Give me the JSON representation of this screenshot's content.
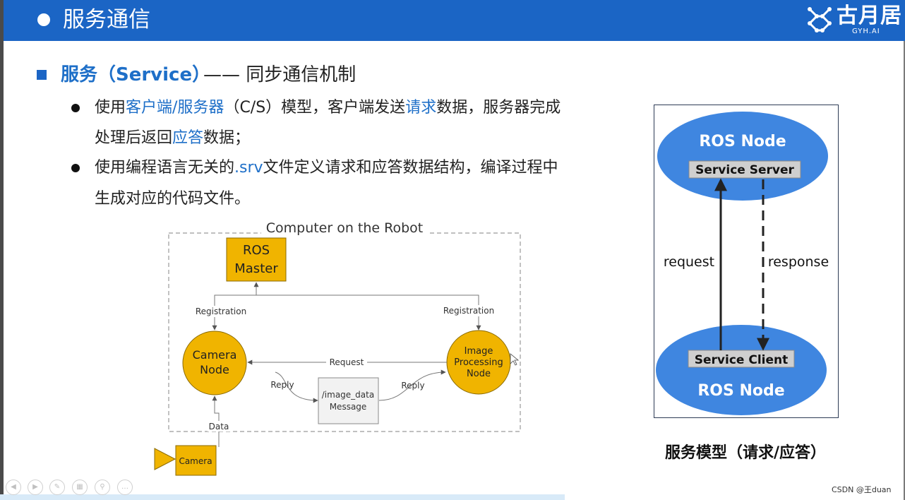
{
  "header": {
    "title": "服务通信",
    "logo_text": "古月居",
    "logo_sub": "GYH.AI"
  },
  "heading": {
    "blue": "服务（Service）",
    "rest": "—— 同步通信机制"
  },
  "bullets": [
    {
      "line1": [
        "使用",
        "客户端/服务器",
        "（C/S）模型，客户端发送",
        "请求",
        "数据，服务器完成"
      ],
      "line2": [
        "处理后返回",
        "应答",
        "数据；"
      ]
    },
    {
      "line1": [
        "使用编程语言无关的",
        ".srv",
        "文件定义请求和应答数据结构，编译过程中"
      ],
      "line2": [
        "生成对应的代码文件。"
      ]
    }
  ],
  "robot_diagram": {
    "title": "Computer on the Robot",
    "master_line1": "ROS",
    "master_line2": "Master",
    "registration_left": "Registration",
    "registration_right": "Registration",
    "camera_node_line1": "Camera",
    "camera_node_line2": "Node",
    "image_node_line1": "Image",
    "image_node_line2": "Processing",
    "image_node_line3": "Node",
    "request": "Request",
    "reply_left": "Reply",
    "reply_right": "Reply",
    "message_line1": "/image_data",
    "message_line2": "Message",
    "data": "Data",
    "camera": "Camera"
  },
  "service_model": {
    "server_node": "ROS Node",
    "service_server": "Service Server",
    "request": "request",
    "response": "response",
    "service_client": "Service Client",
    "client_node": "ROS Node",
    "caption": "服务模型（请求/应答）"
  },
  "footer": {
    "watermark": "CSDN @王duan",
    "controls": [
      "prev-icon",
      "next-icon",
      "pen-icon",
      "slides-icon",
      "zoom-icon",
      "more-icon"
    ]
  },
  "colors": {
    "header_blue": "#1b65c5",
    "link_blue": "#1e6fc8",
    "node_yellow": "#e8b400",
    "ellipse_blue": "#3f86e0"
  }
}
